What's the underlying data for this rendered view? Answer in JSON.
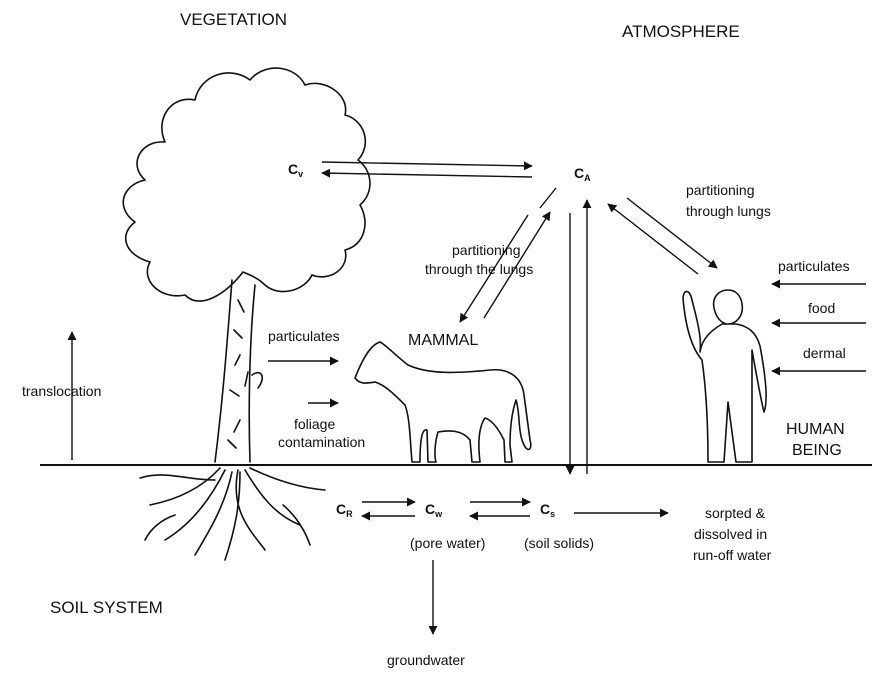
{
  "headers": {
    "vegetation": "VEGETATION",
    "atmosphere": "ATMOSPHERE",
    "soil_system": "SOIL SYSTEM"
  },
  "compartments": {
    "cv": {
      "main": "C",
      "sub": "v"
    },
    "ca": {
      "main": "C",
      "sub": "A"
    },
    "cr": {
      "main": "C",
      "sub": "R"
    },
    "cw": {
      "main": "C",
      "sub": "w"
    },
    "cs": {
      "main": "C",
      "sub": "s"
    }
  },
  "labels": {
    "partitioning_lungs_1": "partitioning",
    "partitioning_lungs_2": "through lungs",
    "partitioning_the_lungs_1": "partitioning",
    "partitioning_the_lungs_2": "through the lungs",
    "mammal": "MAMMAL",
    "particulates_vegetation": "particulates",
    "foliage_1": "foliage",
    "foliage_2": "contamination",
    "translocation": "translocation",
    "human_1": "HUMAN",
    "human_2": "BEING",
    "particulates_human": "particulates",
    "food": "food",
    "dermal": "dermal",
    "pore_water": "(pore water)",
    "soil_solids": "(soil solids)",
    "sorpted_1": "sorpted &",
    "sorpted_2": "dissolved in",
    "sorpted_3": "run-off water",
    "groundwater": "groundwater"
  }
}
